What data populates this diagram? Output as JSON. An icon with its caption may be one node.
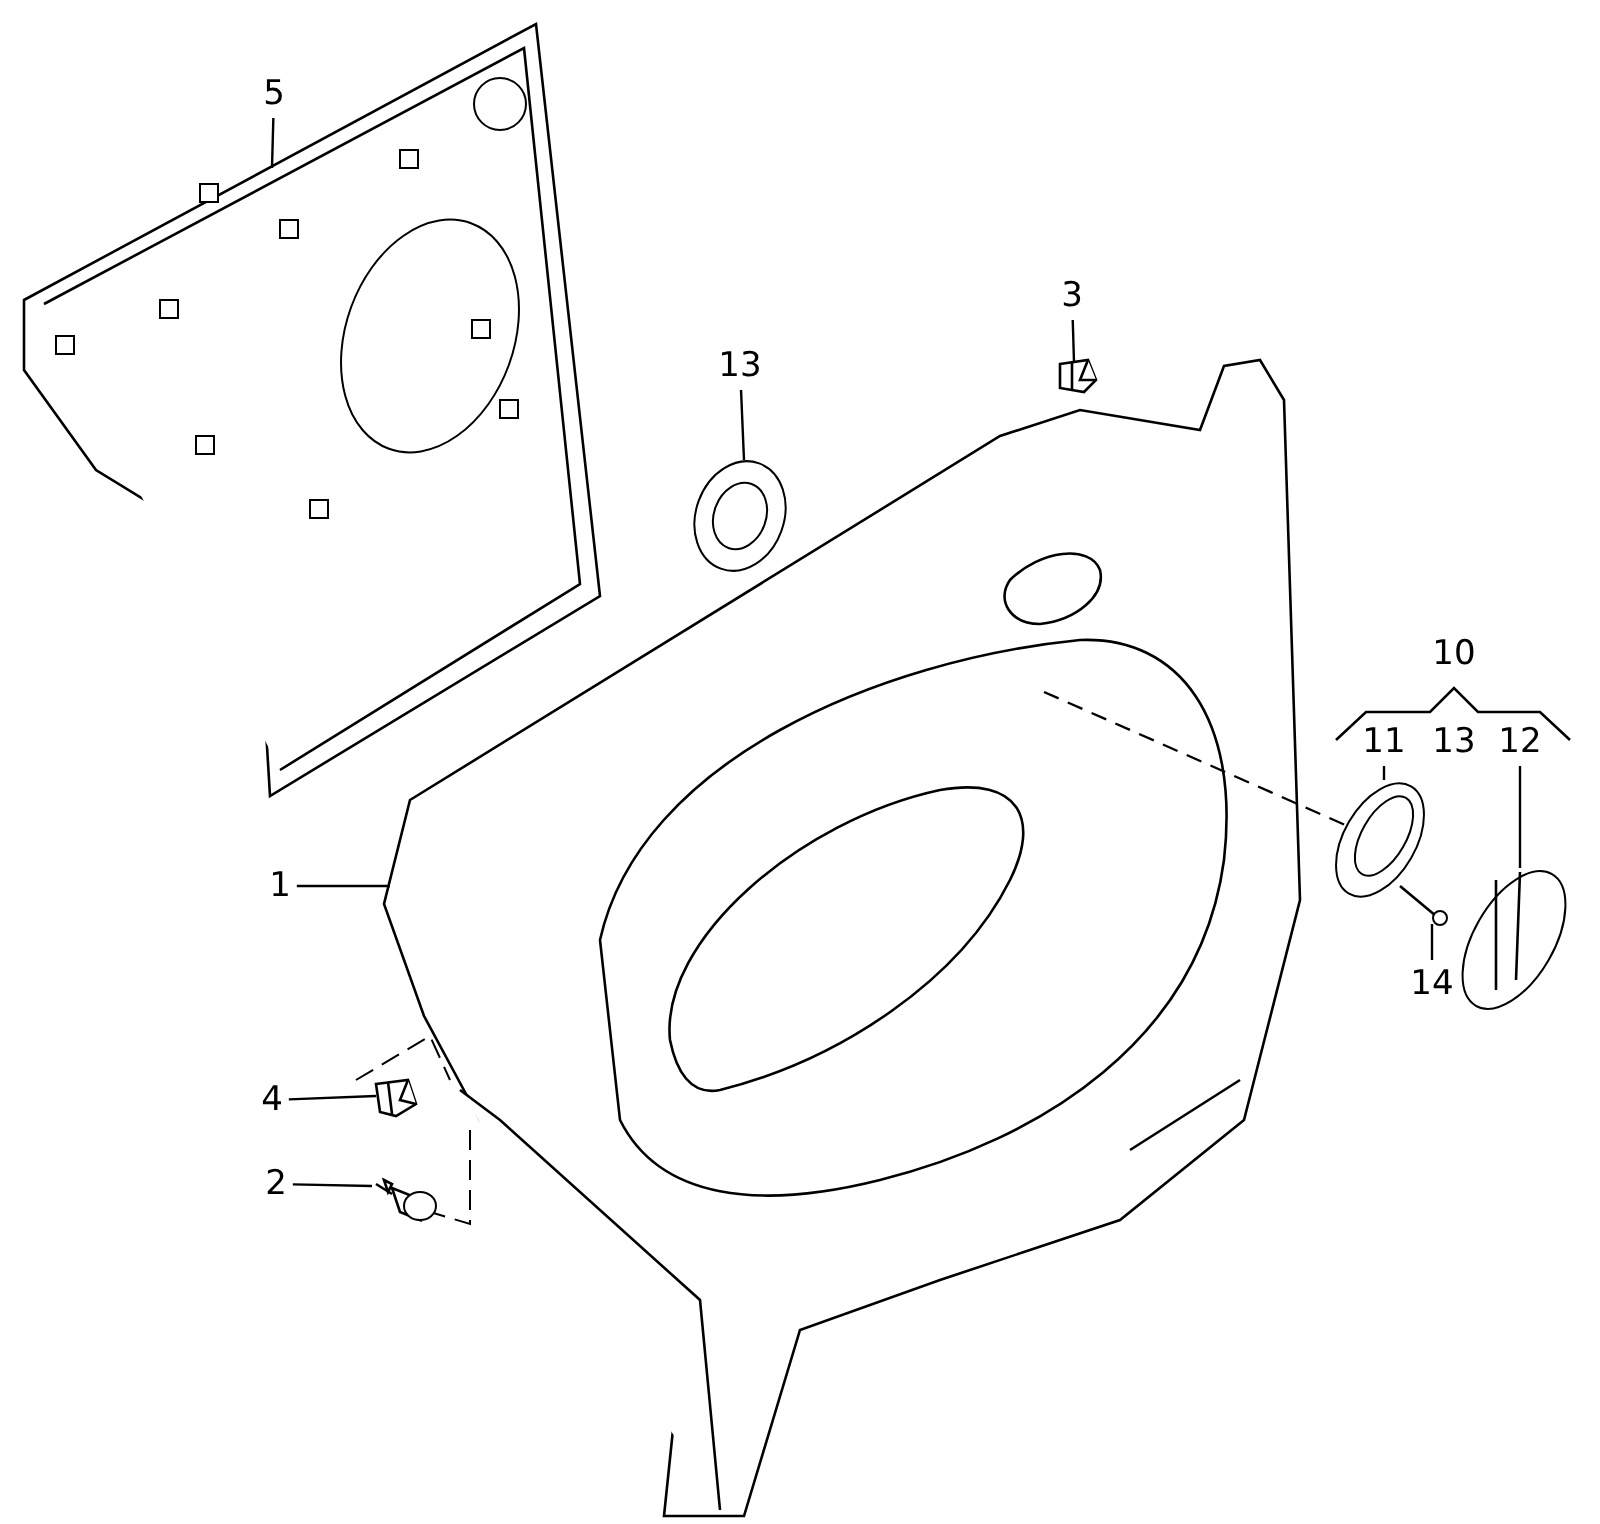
{
  "diagram": {
    "nodes": [
      {
        "text": [
          "5"
        ]
      },
      {
        "text": [],
        "shape": "picture"
      },
      {
        "text": [
          "13"
        ]
      },
      {
        "text": [],
        "shape": "picture"
      },
      {
        "text": [
          "3"
        ]
      },
      {
        "text": [],
        "shape": "picture"
      },
      {
        "text": [
          "11"
        ]
      },
      {
        "text": [],
        "shape": "picture"
      },
      {
        "text": [
          "12"
        ]
      },
      {
        "text": [],
        "shape": "picture"
      },
      {
        "text": [
          "14"
        ]
      },
      {
        "text": [],
        "shape": "picture"
      },
      {
        "text": [
          "1"
        ]
      },
      {
        "text": [],
        "shape": "picture"
      },
      {
        "text": [
          "4"
        ]
      },
      {
        "text": [],
        "shape": "picture"
      },
      {
        "text": [
          "2"
        ]
      },
      {
        "text": [],
        "shape": "picture"
      }
    ],
    "edges": [
      {
        "from": 0,
        "to": 1,
        "arrow": "none"
      },
      {
        "from": 2,
        "to": 3,
        "arrow": "none"
      },
      {
        "from": 4,
        "to": 5,
        "arrow": "none"
      },
      {
        "from": 6,
        "to": 7,
        "arrow": "none"
      },
      {
        "from": 8,
        "to": 9,
        "arrow": "none"
      },
      {
        "from": 10,
        "to": 11,
        "arrow": "none"
      },
      {
        "from": 12,
        "to": 13,
        "arrow": "none"
      },
      {
        "from": 14,
        "to": 15,
        "arrow": "none"
      },
      {
        "from": 16,
        "to": 17,
        "arrow": "none"
      },
      {
        "from": 13,
        "to": 7,
        "arrow": "none",
        "style": "dashed"
      }
    ],
    "labels": [
      "10",
      "13"
    ]
  }
}
